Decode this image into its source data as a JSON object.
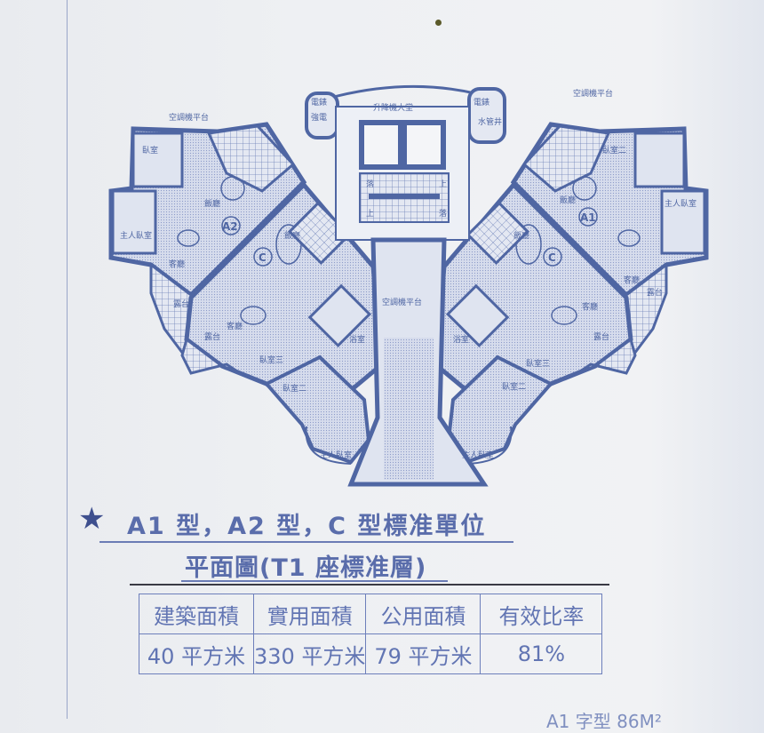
{
  "plan": {
    "labels": {
      "lift_lobby": "升降機大堂",
      "meter_room_left": "電錶",
      "meter_room_right": "電錶",
      "water_duct_left": "強電",
      "water_duct_right": "水管井",
      "ac_platform_left": "空調機平台",
      "ac_platform_right": "空調機平台",
      "ac_platform_center": "空調機平台",
      "up_1": "上",
      "down_1": "落",
      "up_2": "上",
      "down_2": "落",
      "a2_bedroom": "臥室",
      "a2_master": "主人臥室",
      "a2_dining": "飯廳",
      "a2_living": "客廳",
      "a2_balcony": "露台",
      "c_left_dining": "飯廳",
      "c_left_living": "客廳",
      "c_left_balcony": "露台",
      "c_left_bed3": "臥室三",
      "c_left_bed2": "臥室二",
      "c_left_master": "主人臥室",
      "c_left_bath": "浴室",
      "a1_bed2": "臥室二",
      "a1_master": "主人臥室",
      "a1_dining": "飯廳",
      "a1_living": "客廳",
      "a1_balcony": "露台",
      "c_right_dining": "飯廳",
      "c_right_living": "客廳",
      "c_right_balcony": "露台",
      "c_right_bed3": "臥室三",
      "c_right_bed2": "臥室二",
      "c_right_master": "主人臥室",
      "c_right_bath": "浴室"
    },
    "unit_tags": {
      "a2": "A2",
      "a1": "A1",
      "c_left": "C",
      "c_right": "C"
    }
  },
  "title": {
    "line1": "A1 型，A2 型，C 型標准單位",
    "line2": "平面圖(T1 座標准層)"
  },
  "table": {
    "headers": [
      "建築面積",
      "實用面積",
      "公用面積",
      "有效比率"
    ],
    "values": [
      "40 平方米",
      "330 平方米",
      "79 平方米",
      "81%"
    ]
  },
  "footer_partial": "A1 字型 86M²",
  "colors": {
    "ink": "#4f66a3",
    "fill": "#c8d1e6",
    "paper": "#eef0f3"
  }
}
